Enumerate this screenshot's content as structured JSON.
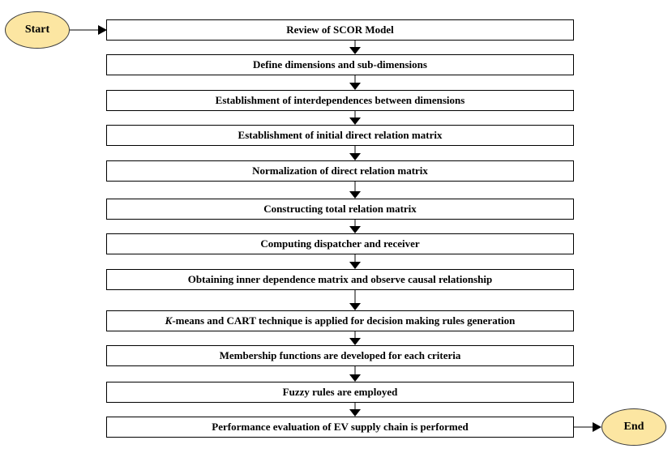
{
  "start_label": "Start",
  "end_label": "End",
  "steps": [
    {
      "label": "Review of SCOR Model"
    },
    {
      "label": "Define dimensions and sub-dimensions"
    },
    {
      "label": "Establishment of interdependences between dimensions"
    },
    {
      "label": "Establishment of initial direct relation matrix"
    },
    {
      "label": "Normalization of direct relation matrix"
    },
    {
      "label": "Constructing total relation matrix"
    },
    {
      "label": "Computing dispatcher and receiver"
    },
    {
      "label": "Obtaining inner dependence matrix and observe causal relationship"
    },
    {
      "label": "K-means and CART technique is applied for decision making rules generation",
      "italic_prefix": "K",
      "rest": "-means and CART technique is applied for decision making rules generation"
    },
    {
      "label": "Membership functions are developed for each criteria"
    },
    {
      "label": "Fuzzy rules are employed"
    },
    {
      "label": "Performance evaluation of EV supply chain is performed"
    }
  ]
}
